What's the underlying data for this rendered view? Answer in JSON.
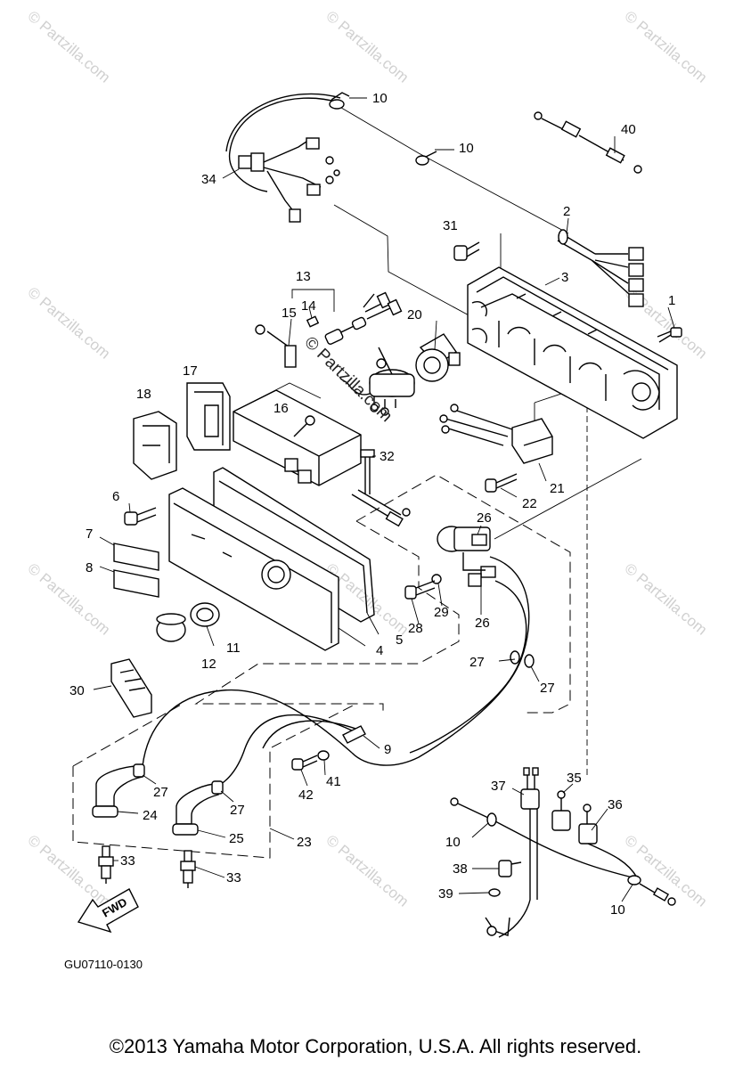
{
  "watermark": "© Partzilla.com",
  "stamp": "© Partzilla.com",
  "diagram_code": "GU07110-0130",
  "copyright": "©2013 Yamaha Motor Corporation, U.S.A. All rights reserved.",
  "fwd_label": "FWD",
  "callouts": {
    "c1": "1",
    "c2": "2",
    "c3": "3",
    "c4": "4",
    "c5": "5",
    "c6": "6",
    "c7": "7",
    "c8": "8",
    "c9": "9",
    "c10a": "10",
    "c10b": "10",
    "c10c": "10",
    "c10d": "10",
    "c11": "11",
    "c12": "12",
    "c13": "13",
    "c14": "14",
    "c15": "15",
    "c16": "16",
    "c17": "17",
    "c18": "18",
    "c20": "20",
    "c21": "21",
    "c22": "22",
    "c23": "23",
    "c24": "24",
    "c25": "25",
    "c26a": "26",
    "c26b": "26",
    "c27a": "27",
    "c27b": "27",
    "c27c": "27",
    "c27d": "27",
    "c28": "28",
    "c29": "29",
    "c30": "30",
    "c31": "31",
    "c32": "32",
    "c33a": "33",
    "c33b": "33",
    "c34": "34",
    "c35": "35",
    "c36": "36",
    "c37": "37",
    "c38": "38",
    "c39": "39",
    "c40": "40",
    "c41": "41",
    "c42": "42"
  }
}
